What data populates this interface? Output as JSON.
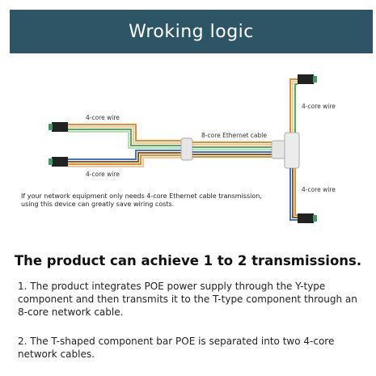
{
  "header": {
    "title": "Wroking  logic"
  },
  "diagram": {
    "label_left_top": "4-core wire",
    "label_left_bottom": "4-core wire",
    "label_center": "8-core Ethernet cable",
    "label_right_top": "4-core wire",
    "label_right_bottom": "4-core wire",
    "colors": {
      "orange": "#f08a28",
      "orange_white": "#f6c79a",
      "green": "#4caf50",
      "green_white": "#b8ddb5",
      "blue": "#3a76c9",
      "brown": "#8a5a2b",
      "connector": "#222222",
      "connector_tip": "#3c9a62",
      "jack": "#e6e6e6"
    }
  },
  "note": {
    "line1": "If your network equipment only needs 4-core Ethernet cable transmission,",
    "line2": "using this device can greatly save wiring costs."
  },
  "headline": "The product can achieve 1 to 2 transmissions.",
  "paragraphs": {
    "p1": "1. The product integrates POE power supply through the Y-type component and then transmits it to the T-type component through an 8-core network cable.",
    "p2": "2. The T-shaped component bar POE is separated into two 4-core network cables."
  }
}
